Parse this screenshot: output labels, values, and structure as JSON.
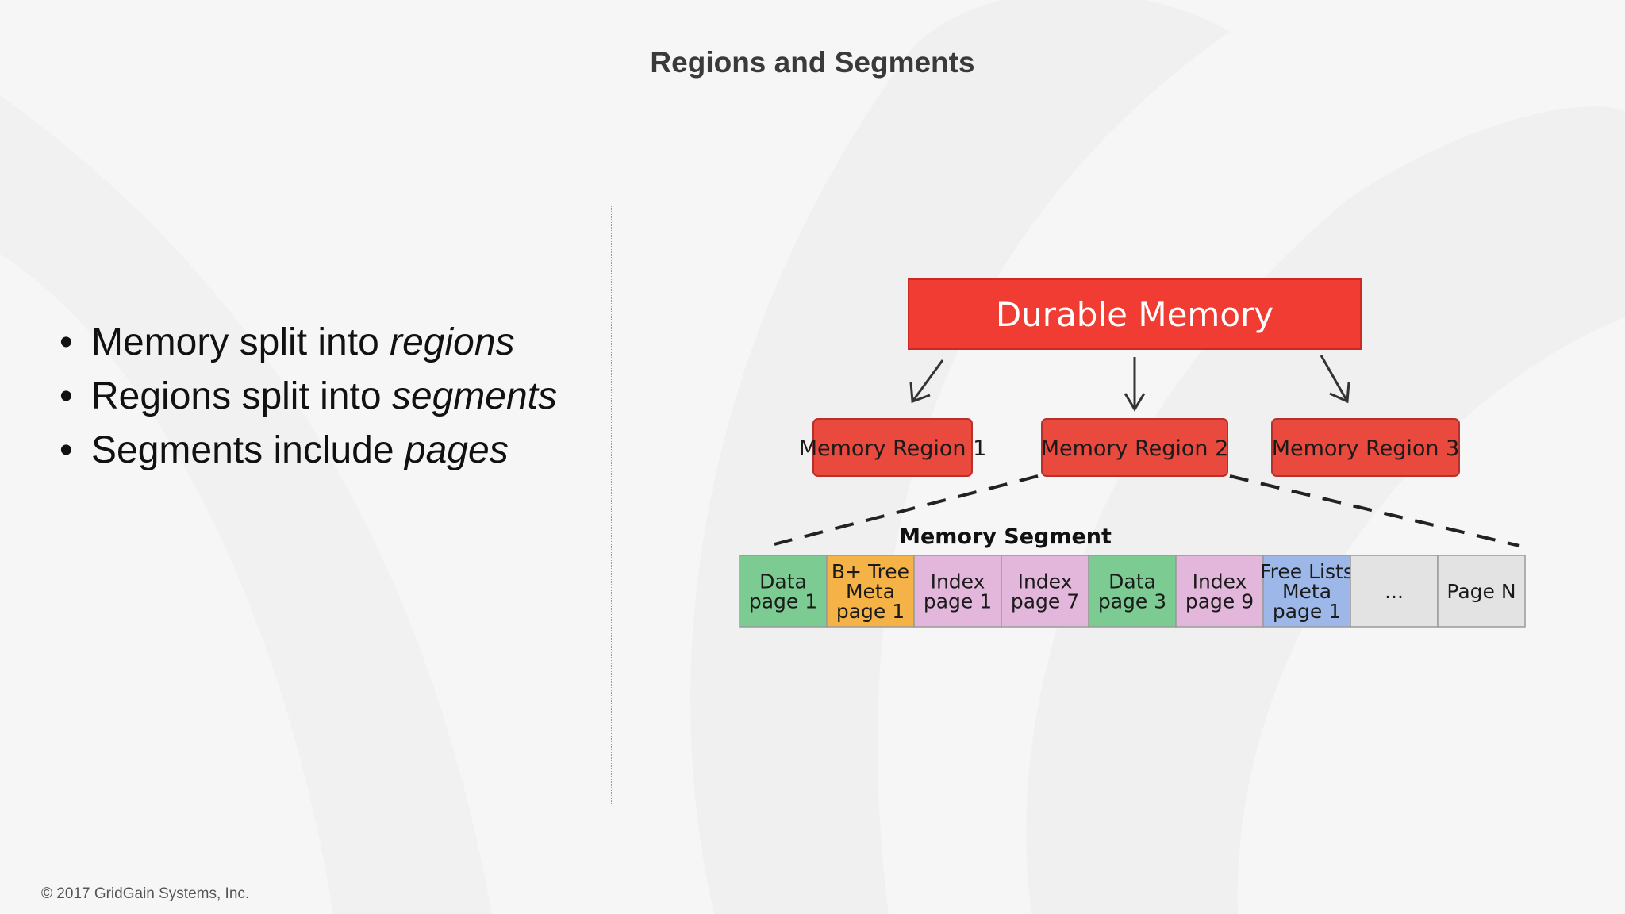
{
  "slide": {
    "title": "Regions and Segments",
    "footer": "© 2017 GridGain Systems, Inc."
  },
  "bullets": [
    {
      "text": "Memory split into ",
      "emphasis": "regions"
    },
    {
      "text": "Regions split into ",
      "emphasis": "segments"
    },
    {
      "text": "Segments include ",
      "emphasis": "pages"
    }
  ],
  "diagram": {
    "root": "Durable Memory",
    "regions": [
      "Memory Region 1",
      "Memory Region 2",
      "Memory Region 3"
    ],
    "segment_title": "Memory Segment",
    "pages": [
      {
        "lines": [
          "Data",
          "page 1"
        ],
        "color": "#7ccb92"
      },
      {
        "lines": [
          "B+ Tree",
          "Meta",
          "page 1"
        ],
        "color": "#f5b347"
      },
      {
        "lines": [
          "Index",
          "page 1"
        ],
        "color": "#e3b7dc"
      },
      {
        "lines": [
          "Index",
          "page 7"
        ],
        "color": "#e3b7dc"
      },
      {
        "lines": [
          "Data",
          "page 3"
        ],
        "color": "#7ccb92"
      },
      {
        "lines": [
          "Index",
          "page 9"
        ],
        "color": "#e3b7dc"
      },
      {
        "lines": [
          "Free Lists",
          "Meta",
          "page 1"
        ],
        "color": "#9db8e8"
      },
      {
        "lines": [
          "..."
        ],
        "color": "#e3e3e3"
      },
      {
        "lines": [
          "Page N"
        ],
        "color": "#e3e3e3"
      }
    ],
    "colors": {
      "root_fill": "#f03c32",
      "region_fill": "#ea4a3e",
      "arrow": "#333333"
    }
  }
}
